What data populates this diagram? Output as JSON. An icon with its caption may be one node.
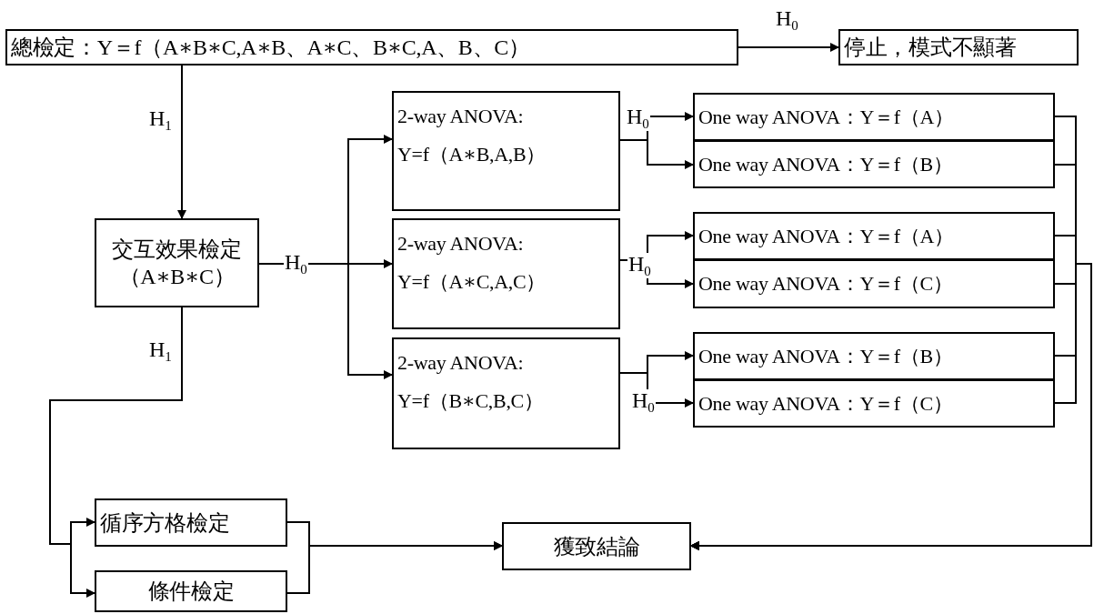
{
  "diagram": {
    "nodes": [
      {
        "text": [
          "總檢定：Y＝f（A∗B∗C,A∗B、A∗C、B∗C,A、B、C）"
        ]
      },
      {
        "text": [
          "停止，模式不顯著"
        ]
      },
      {
        "text": [
          "交互效果檢定",
          "（A∗B∗C）"
        ]
      },
      {
        "text": [
          "2-way ANOVA:",
          "Y=f（A∗B,A,B）"
        ]
      },
      {
        "text": [
          "2-way ANOVA:",
          "Y=f（A∗C,A,C）"
        ]
      },
      {
        "text": [
          "2-way ANOVA:",
          "Y=f（B∗C,B,C）"
        ]
      },
      {
        "text": [
          "One way ANOVA：Y＝f（A）"
        ]
      },
      {
        "text": [
          "One way ANOVA：Y＝f（B）"
        ]
      },
      {
        "text": [
          "One way ANOVA：Y＝f（A）"
        ]
      },
      {
        "text": [
          "One way ANOVA：Y＝f（C）"
        ]
      },
      {
        "text": [
          "One way ANOVA：Y＝f（B）"
        ]
      },
      {
        "text": [
          "One way ANOVA：Y＝f（C）"
        ]
      },
      {
        "text": [
          "循序方格檢定"
        ]
      },
      {
        "text": [
          "條件檢定"
        ]
      },
      {
        "text": [
          "獲致結論"
        ]
      }
    ],
    "edges": [
      {
        "from": 0,
        "to": 1,
        "arrow": "to",
        "label": "H$_{0}$"
      },
      {
        "from": 0,
        "to": 2,
        "arrow": "to",
        "label": "H$_{1}$"
      },
      {
        "from": 2,
        "to": 3,
        "arrow": "to"
      },
      {
        "from": 2,
        "to": 4,
        "arrow": "to",
        "label": "H$_{0}$"
      },
      {
        "from": 2,
        "to": 5,
        "arrow": "to"
      },
      {
        "from": 3,
        "to": 6,
        "arrow": "to",
        "label": "H$_{0}$"
      },
      {
        "from": 3,
        "to": 7,
        "arrow": "to"
      },
      {
        "from": 4,
        "to": 8,
        "arrow": "to"
      },
      {
        "from": 4,
        "to": 9,
        "arrow": "to",
        "label": "H$_{0}$"
      },
      {
        "from": 5,
        "to": 10,
        "arrow": "to"
      },
      {
        "from": 5,
        "to": 11,
        "arrow": "to",
        "label": "H$_{0}$"
      },
      {
        "from": 2,
        "to": 12,
        "arrow": "to",
        "label": "H$_{1}$"
      },
      {
        "from": 2,
        "to": 13,
        "arrow": "to"
      },
      {
        "from": 12,
        "to": 14,
        "arrow": "to"
      },
      {
        "from": 13,
        "to": 14,
        "arrow": "to"
      },
      {
        "from": 6,
        "to": 14,
        "arrow": "to"
      },
      {
        "from": 7,
        "to": 14,
        "arrow": "to"
      },
      {
        "from": 8,
        "to": 14,
        "arrow": "to"
      },
      {
        "from": 9,
        "to": 14,
        "arrow": "to"
      },
      {
        "from": 10,
        "to": 14,
        "arrow": "to"
      },
      {
        "from": 11,
        "to": 14,
        "arrow": "to"
      }
    ]
  }
}
